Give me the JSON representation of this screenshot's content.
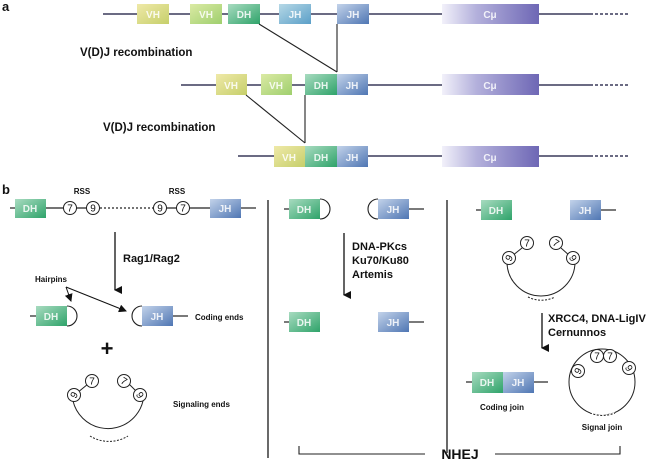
{
  "panel_labels": {
    "a": "a",
    "b": "b"
  },
  "segment_labels": {
    "v": "VH",
    "d": "DH",
    "j": "JH",
    "c": "Cμ"
  },
  "part_a": {
    "step1_label": "V(D)J recombination",
    "step2_label": "V(D)J recombination"
  },
  "part_b": {
    "rss_label": "RSS",
    "rss_left": [
      "7",
      "9"
    ],
    "rss_right": [
      "9",
      "7"
    ],
    "left_panel": {
      "enzyme_label": "Rag1/Rag2",
      "hairpins_label": "Hairpins",
      "coding_ends_label": "Coding ends",
      "plus_label": "+",
      "signaling_ends_label": "Signaling ends"
    },
    "middle_panel": {
      "enzymes": [
        "DNA-PKcs",
        "Ku70/Ku80",
        "Artemis"
      ]
    },
    "right_panel": {
      "enzymes": [
        "XRCC4, DNA-LigIV",
        "Cernunnos"
      ],
      "coding_join_label": "Coding join",
      "signal_join_label": "Signal join"
    },
    "nhej_label": "NHEJ"
  },
  "colors": {
    "v_start": "#efe9a8",
    "v_end": "#c6cf6a",
    "v2_start": "#dbeaa4",
    "v2_end": "#9fcf6e",
    "d_start": "#a8dbc0",
    "d_end": "#2fa36a",
    "j_start": "#b6d8e6",
    "j_end": "#5b9fc8",
    "j2_start": "#c3d3ea",
    "j2_end": "#4f76b3",
    "c_start": "#f2f1fa",
    "c_end": "#6e67b5",
    "line": "#3a3a5a"
  }
}
